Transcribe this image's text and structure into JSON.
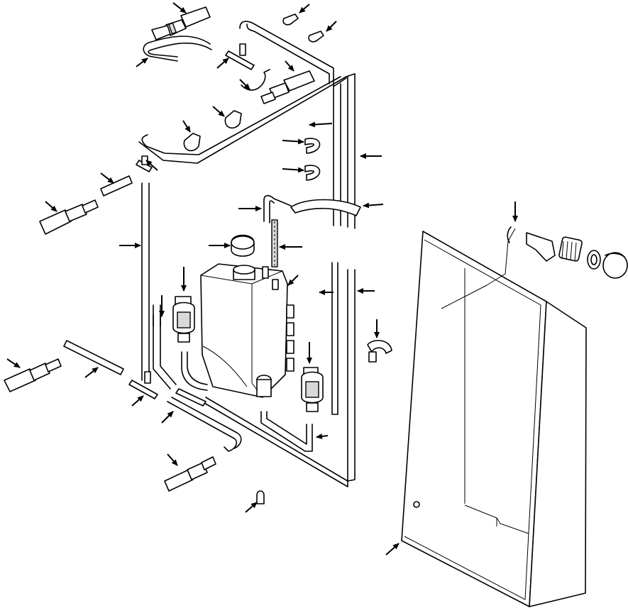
{
  "figure": {
    "description_visible_text": "",
    "colors": {
      "line": "#000000",
      "background": "#ffffff",
      "shade": "#d9d9d9"
    },
    "callouts": [
      {
        "id": 1,
        "icon": "arrow-icon"
      },
      {
        "id": 2,
        "icon": "arrow-icon"
      },
      {
        "id": 3,
        "icon": "arrow-icon"
      },
      {
        "id": 4,
        "icon": "arrow-icon"
      },
      {
        "id": 5,
        "icon": "arrow-icon"
      },
      {
        "id": 6,
        "icon": "arrow-icon"
      },
      {
        "id": 7,
        "icon": "arrow-icon"
      },
      {
        "id": 8,
        "icon": "arrow-icon"
      },
      {
        "id": 9,
        "icon": "arrow-icon"
      },
      {
        "id": 10,
        "icon": "arrow-icon"
      },
      {
        "id": 11,
        "icon": "arrow-icon"
      },
      {
        "id": 12,
        "icon": "arrow-icon"
      },
      {
        "id": 13,
        "icon": "arrow-icon"
      },
      {
        "id": 14,
        "icon": "arrow-icon"
      },
      {
        "id": 15,
        "icon": "arrow-icon"
      },
      {
        "id": 16,
        "icon": "arrow-icon"
      },
      {
        "id": 17,
        "icon": "arrow-icon"
      },
      {
        "id": 18,
        "icon": "arrow-icon"
      },
      {
        "id": 19,
        "icon": "arrow-icon"
      },
      {
        "id": 20,
        "icon": "arrow-icon"
      },
      {
        "id": 21,
        "icon": "arrow-icon"
      },
      {
        "id": 22,
        "icon": "arrow-icon"
      },
      {
        "id": 23,
        "icon": "arrow-icon"
      },
      {
        "id": 24,
        "icon": "arrow-icon"
      },
      {
        "id": 25,
        "icon": "arrow-icon"
      },
      {
        "id": 26,
        "icon": "arrow-icon"
      },
      {
        "id": 27,
        "icon": "arrow-icon"
      },
      {
        "id": 28,
        "icon": "arrow-icon"
      },
      {
        "id": 29,
        "icon": "arrow-icon"
      },
      {
        "id": 30,
        "icon": "arrow-icon"
      },
      {
        "id": 31,
        "icon": "arrow-icon"
      },
      {
        "id": 32,
        "icon": "arrow-icon"
      },
      {
        "id": 33,
        "icon": "arrow-icon"
      },
      {
        "id": 34,
        "icon": "arrow-icon"
      },
      {
        "id": 35,
        "icon": "arrow-icon"
      },
      {
        "id": 36,
        "icon": "arrow-icon"
      },
      {
        "id": 37,
        "icon": "arrow-icon"
      }
    ]
  }
}
